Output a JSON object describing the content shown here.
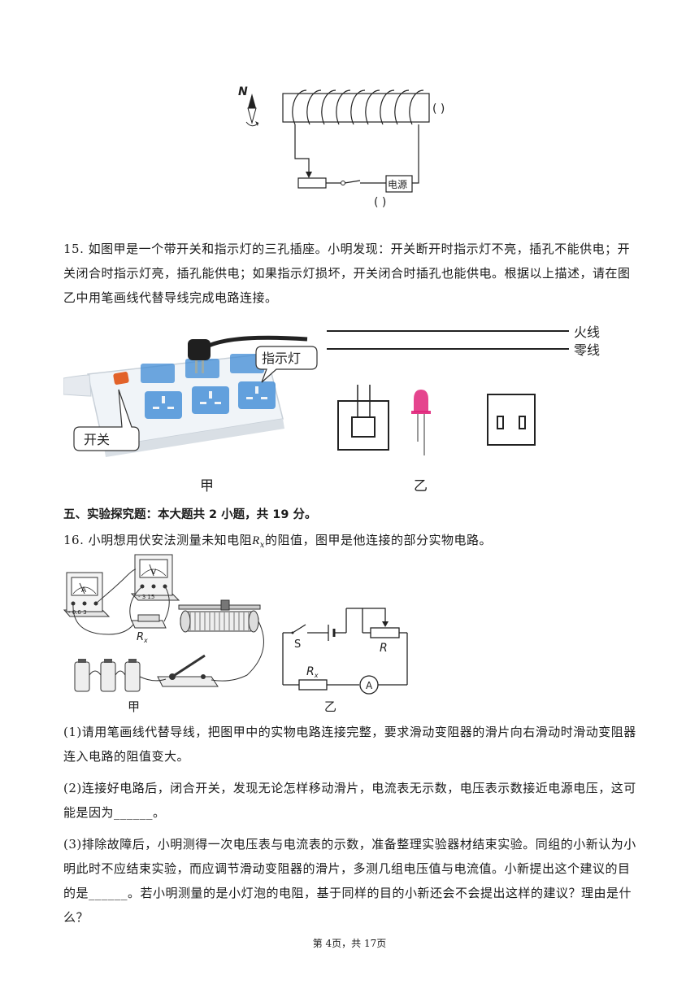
{
  "q14_figure": {
    "compass_n": "N",
    "solenoid_blank": "(     )",
    "source_label": "电源",
    "source_blank": "(     )"
  },
  "q15": {
    "text": "15. 如图甲是一个带开关和指示灯的三孔插座。小明发现：开关断开时指示灯不亮，插孔不能供电；开关闭合时指示灯亮，插孔能供电；如果指示灯损坏，开关闭合时插孔也能供电。根据以上描述，请在图乙中用笔画线代替导线完成电路连接。",
    "indicator_label": "指示灯",
    "switch_label": "开关",
    "live_wire": "火线",
    "neutral_wire": "零线",
    "fig_a": "甲",
    "fig_b": "乙"
  },
  "section5": {
    "heading": "五、实验探究题：本大题共 2 小题，共 19 分。"
  },
  "q16": {
    "intro_prefix": "16. 小明想用伏安法测量未知电阻",
    "intro_var": "R",
    "intro_sub": "x",
    "intro_suffix": "的阻值，图甲是他连接的部分实物电路。",
    "fig_a": "甲",
    "fig_b": "乙",
    "ammeter_letter": "A",
    "ammeter_scale": "- 0.6 3",
    "voltmeter_letter": "V",
    "voltmeter_scale": "- 3 15",
    "rx_label": "R",
    "rx_sub": "x",
    "switch_s": "S",
    "rheostat_r": "R",
    "meter_a": "A",
    "p1": "(1)请用笔画线代替导线，把图甲中的实物电路连接完整，要求滑动变阻器的滑片向右滑动时滑动变阻器连入电路的阻值变大。",
    "p2": "(2)连接好电路后，闭合开关，发现无论怎样移动滑片，电流表无示数，电压表示数接近电源电压，这可能是因为______。",
    "p3": "(3)排除故障后，小明测得一次电压表与电流表的示数，准备整理实验器材结束实验。同组的小新认为小明此时不应结束实验，而应调节滑动变阻器的滑片，多测几组电压值与电流值。小新提出这个建议的目的是______。若小明测量的是小灯泡的电阻，基于同样的目的小新还会不会提出这样的建议？理由是什么？"
  },
  "footer": {
    "text": "第 4页，共 17页"
  },
  "colors": {
    "led": "#e0257a",
    "switch_orange": "#e2622a",
    "socket_blue": "#3f8bd6"
  }
}
